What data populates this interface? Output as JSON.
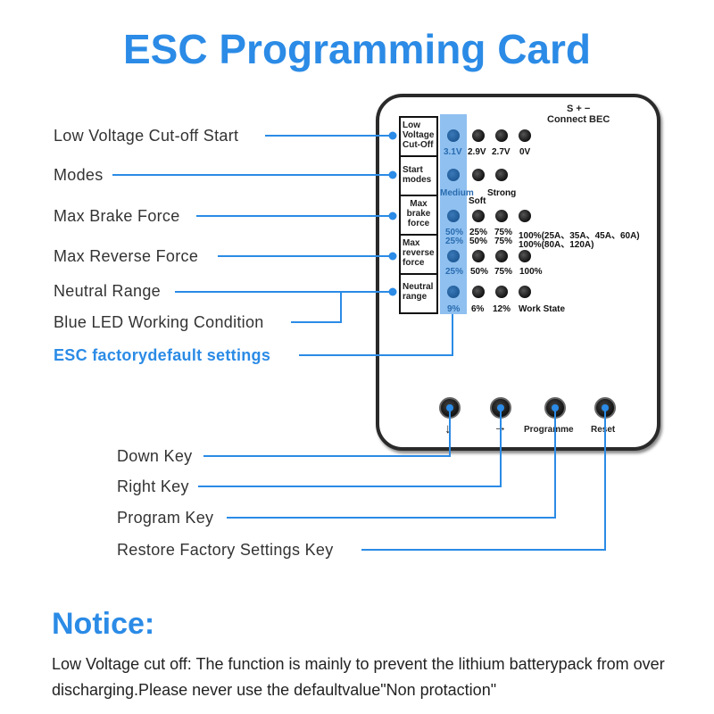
{
  "title": "ESC Programming Card",
  "callouts": {
    "low_voltage": "Low Voltage Cut-off Start",
    "modes": "Modes",
    "max_brake": "Max Brake Force",
    "max_reverse": "Max Reverse Force",
    "neutral": "Neutral Range",
    "blue_led": "Blue LED Working Condition",
    "factory_default": "ESC factorydefault settings",
    "down_key": "Down Key",
    "right_key": "Right Key",
    "program_key": "Program Key",
    "restore_key": "Restore Factory Settings Key"
  },
  "card": {
    "connector": {
      "top": "S  +  −",
      "bottom": "Connect  BEC"
    },
    "rows": [
      {
        "label": "Low Voltage Cut-Off",
        "values": [
          "3.1V",
          "2.9V",
          "2.7V",
          "0V"
        ]
      },
      {
        "label": "Start modes",
        "values": [
          "Medium",
          "Soft",
          "Strong"
        ]
      },
      {
        "label": "Max brake force",
        "values": [
          "50%",
          "25%",
          "75%",
          "100%(25A、35A、45A、60A)"
        ],
        "values2": [
          "25%",
          "50%",
          "75%",
          "100%(80A、120A)"
        ]
      },
      {
        "label": "Max reverse force",
        "values": [
          "25%",
          "50%",
          "75%",
          "100%"
        ]
      },
      {
        "label": "Neutral range",
        "values": [
          "9%",
          "6%",
          "12%",
          "Work State"
        ]
      }
    ],
    "buttons": [
      "↓",
      "→",
      "Programme",
      "Reset"
    ]
  },
  "notice": {
    "heading": "Notice:",
    "text": "Low Voltage cut off: The function is mainly to prevent the lithium batterypack from over discharging.Please never use the defaultvalue\"Non protaction\""
  },
  "colors": {
    "accent": "#2b8be6",
    "default_column": "#8fc0f0"
  }
}
